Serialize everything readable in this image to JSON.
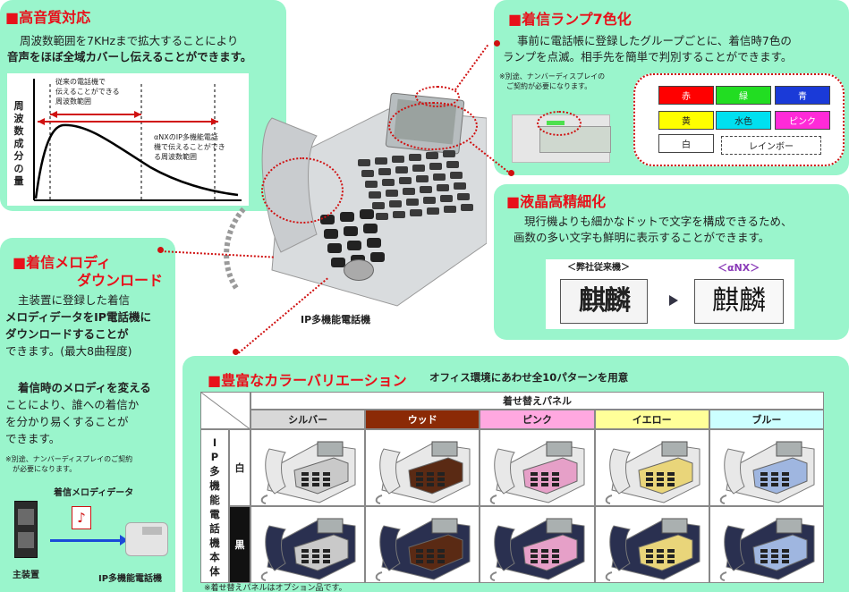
{
  "sec1": {
    "title": "■高音質対応",
    "line1": "周波数範囲を7KHzまで拡大することにより",
    "line2": "音声をほぼ全域カバーし伝えることができます。",
    "ylabel_chars": [
      "周",
      "波",
      "数",
      "成",
      "分",
      "の",
      "量"
    ],
    "label_old": "従来の電話機で\n伝えることができる\n周波数範囲",
    "label_new": "αNXのIP多機能電話\n機で伝えることができ\nる周波数範囲"
  },
  "sec2": {
    "title": "■着信ランプ7色化",
    "line1": "事前に電話帳に登録したグループごとに、着信時7色の",
    "line2": "ランプを点滅。相手先を簡単で判別することができます。",
    "note": "※別途、ナンバーディスプレイの\n　ご契約が必要になります。",
    "lamps": [
      {
        "label": "赤",
        "bg": "#ff0000",
        "fg": "#ffffff"
      },
      {
        "label": "緑",
        "bg": "#22dd22",
        "fg": "#ffffff"
      },
      {
        "label": "青",
        "bg": "#1a3ad8",
        "fg": "#ffffff"
      },
      {
        "label": "黄",
        "bg": "#ffff00",
        "fg": "#222222"
      },
      {
        "label": "水色",
        "bg": "#00e0f0",
        "fg": "#222222"
      },
      {
        "label": "ピンク",
        "bg": "#ff2ad8",
        "fg": "#ffffff"
      },
      {
        "label": "白",
        "bg": "#ffffff",
        "fg": "#222222"
      },
      {
        "label": "レインボー",
        "bg": "#ffffff",
        "fg": "#222222"
      }
    ]
  },
  "sec3": {
    "title": "■液晶高精細化",
    "line1": "現行機よりも細かなドットで文字を構成できるため、",
    "line2": "画数の多い文字も鮮明に表示することができます。",
    "old_label": "＜弊社従来機＞",
    "new_label": "＜αNX＞",
    "sample_text": "麒麟"
  },
  "sec4": {
    "title1": "■着信メロディ",
    "title2": "ダウンロード",
    "p1": [
      "主装置に登録した着信",
      "メロディデータをIP電話機に",
      "ダウンロードすることが",
      "できます。(最大8曲程度)"
    ],
    "p2": [
      "着信時のメロディを変える",
      "ことにより、誰への着信か",
      "を分かり易くすることが",
      "できます。"
    ],
    "note": "※別途、ナンバーディスプレイのご契約\n　が必要になります。",
    "data_label": "着信メロディデータ",
    "main_unit": "主装置",
    "ip_phone": "IP多機能電話機"
  },
  "phone_label": "IP多機能電話機",
  "sec5": {
    "title": "■豊富なカラーバリエーション",
    "subtitle": "オフィス環境にあわせ全10パターンを用意",
    "panel_header": "着せ替えパネル",
    "columns": [
      {
        "label": "シルバー",
        "bg": "#d8d8d8",
        "fg": "#222222",
        "accent": "#c9c9c9"
      },
      {
        "label": "ウッド",
        "bg": "#8b2a06",
        "fg": "#ffffff",
        "accent": "#5a2a14"
      },
      {
        "label": "ピンク",
        "bg": "#ffa8e0",
        "fg": "#222222",
        "accent": "#e6a0c8"
      },
      {
        "label": "イエロー",
        "bg": "#ffff99",
        "fg": "#222222",
        "accent": "#e9d57a"
      },
      {
        "label": "ブルー",
        "bg": "#ccffff",
        "fg": "#222222",
        "accent": "#9fb6e0"
      }
    ],
    "row_header": [
      "I",
      "P",
      "多",
      "機",
      "能",
      "電",
      "話",
      "機",
      "本",
      "体"
    ],
    "rows": [
      {
        "label": "白",
        "bg": "#ffffff",
        "fg": "#222222",
        "body": "#e8e8e8"
      },
      {
        "label": "黒",
        "bg": "#111111",
        "fg": "#ffffff",
        "body": "#2a3050"
      }
    ],
    "footnote": "※着せ替えパネルはオプション品です。"
  }
}
